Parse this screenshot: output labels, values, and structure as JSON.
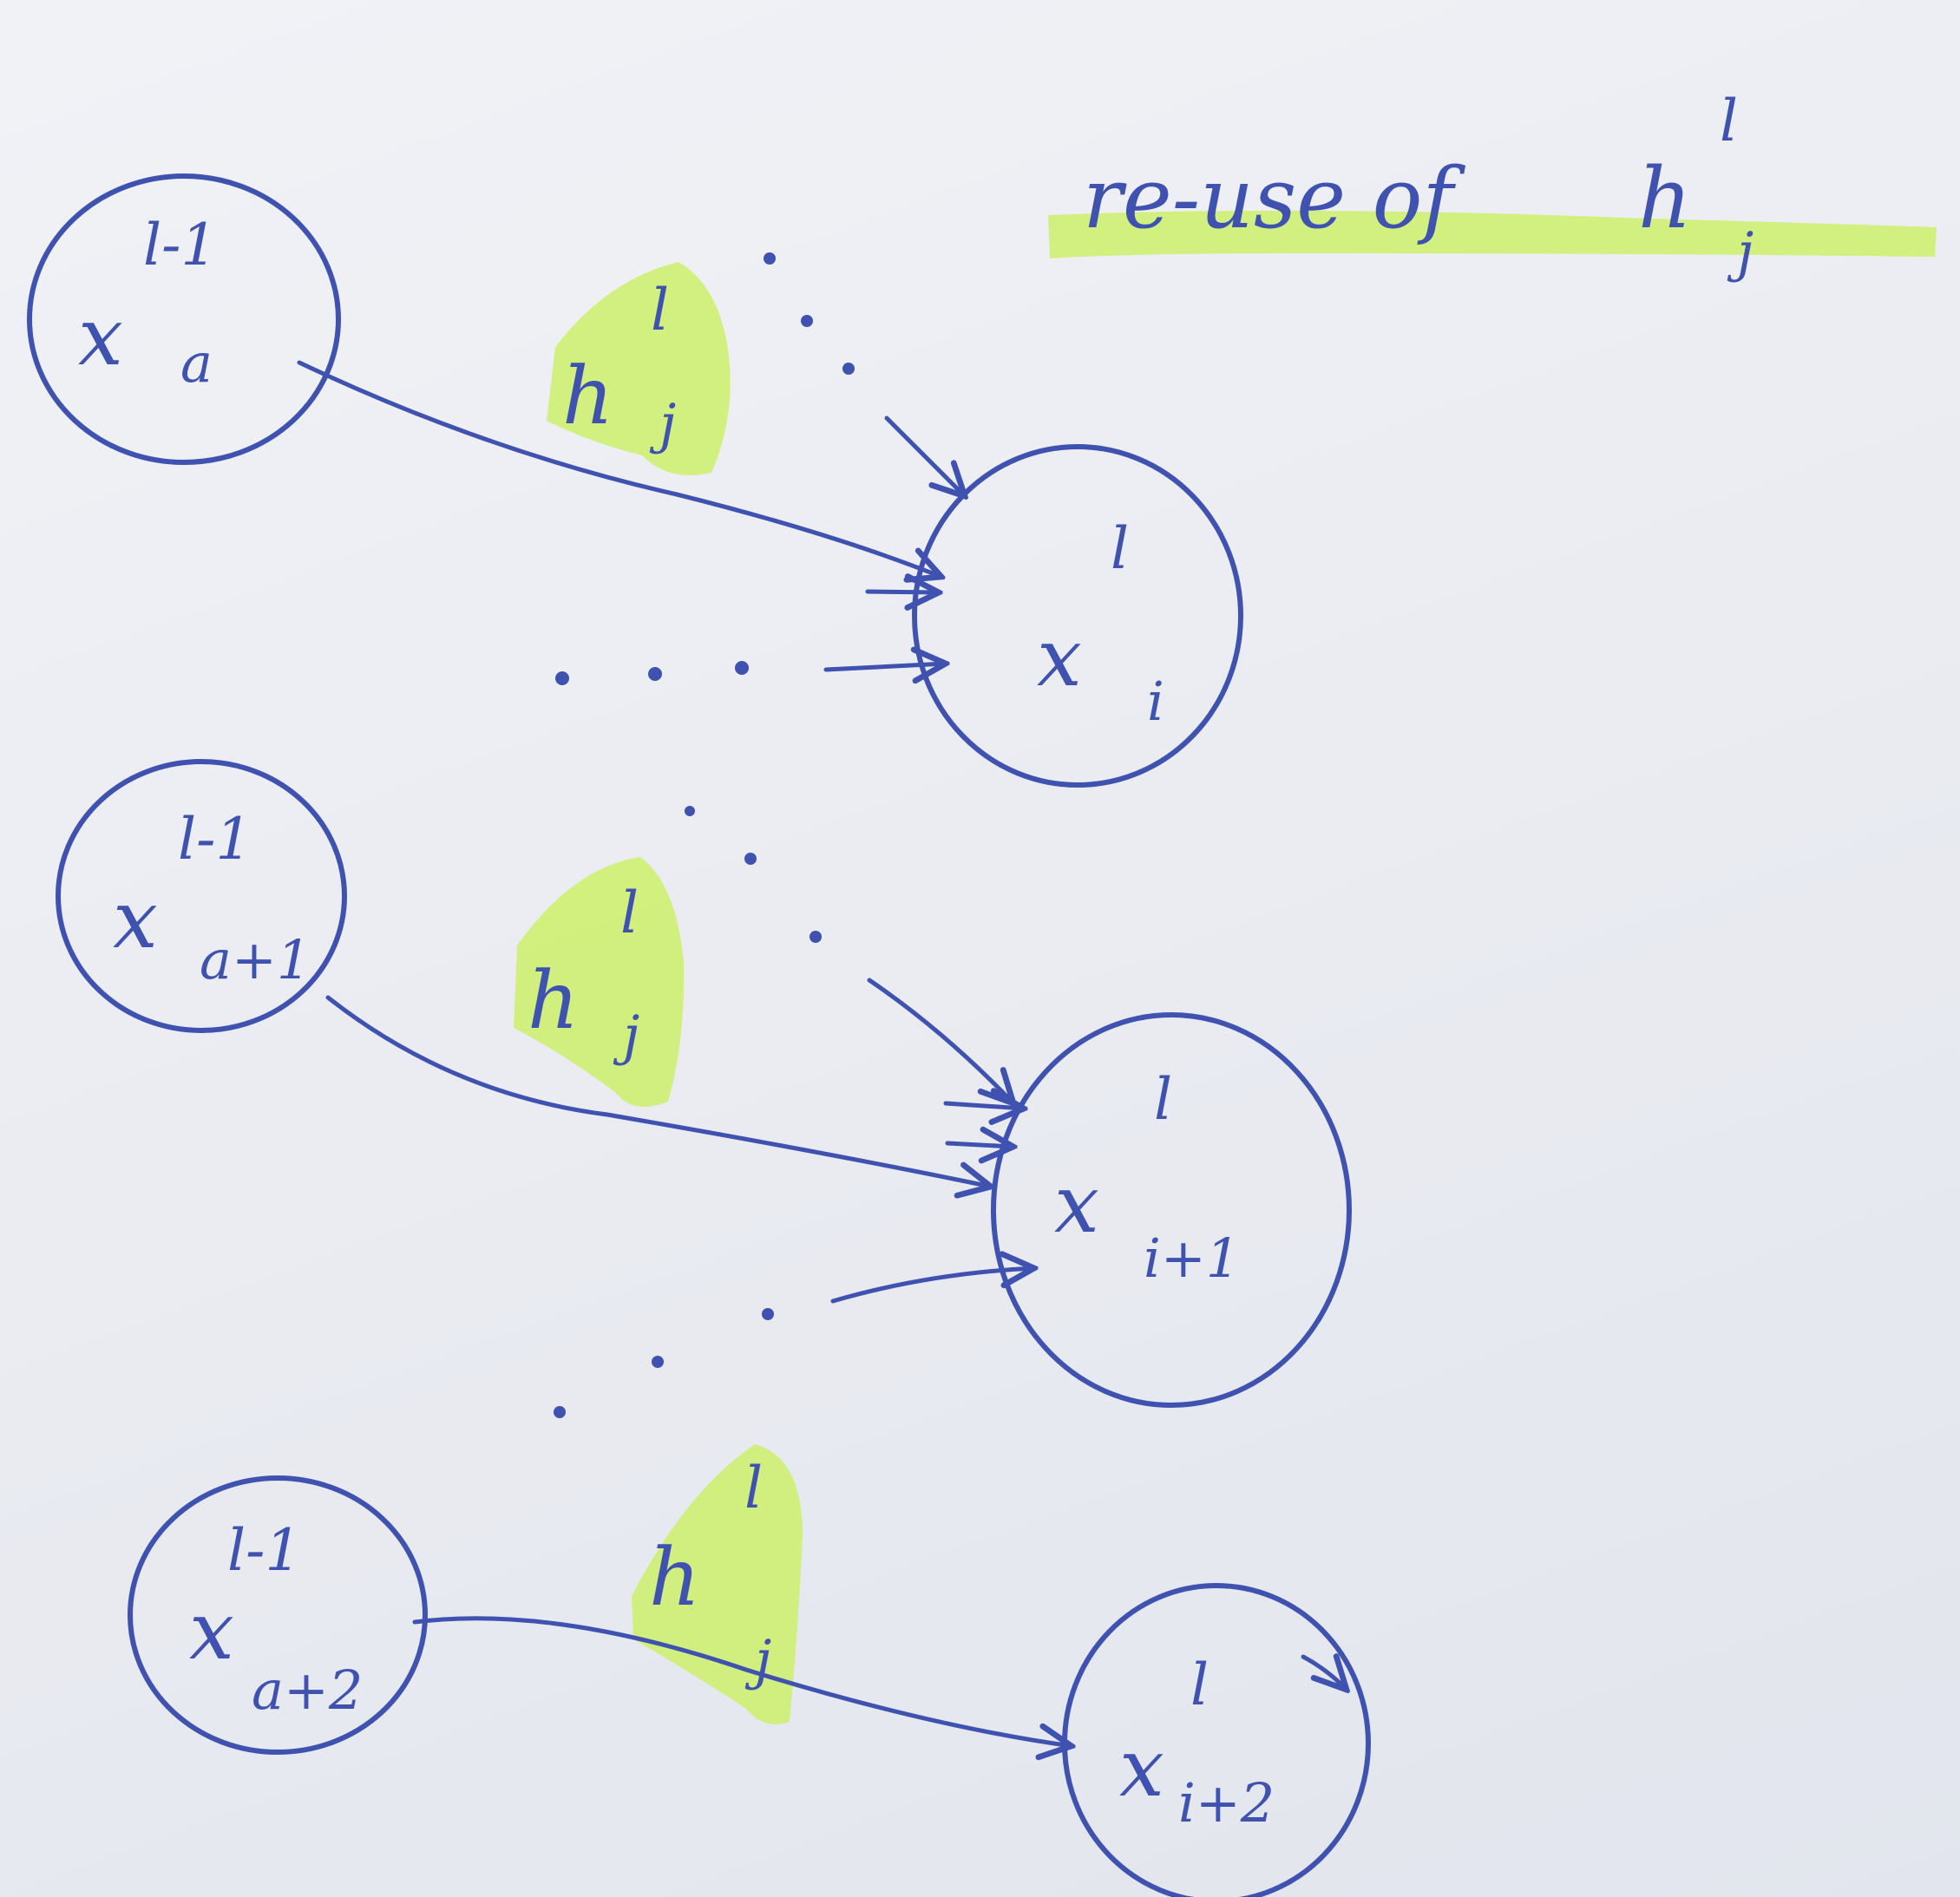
{
  "title": {
    "text": "re-use of",
    "symbol_base": "h",
    "symbol_sup": "l",
    "symbol_sub": "j",
    "highlight_color": "#cdf06a"
  },
  "ink_color": "#3f52b0",
  "input_nodes": [
    {
      "base": "x",
      "sup": "l-1",
      "sub": "a"
    },
    {
      "base": "x",
      "sup": "l-1",
      "sub": "a+1"
    },
    {
      "base": "x",
      "sup": "l-1",
      "sub": "a+2"
    }
  ],
  "output_nodes": [
    {
      "base": "x",
      "sup": "l",
      "sub": "i"
    },
    {
      "base": "x",
      "sup": "l",
      "sub": "i+1"
    },
    {
      "base": "x",
      "sup": "l",
      "sub": "i+2"
    }
  ],
  "edge_labels": [
    {
      "base": "h",
      "sup": "l",
      "sub": "j"
    },
    {
      "base": "h",
      "sup": "l",
      "sub": "j"
    },
    {
      "base": "h",
      "sup": "l",
      "sub": "j"
    }
  ]
}
